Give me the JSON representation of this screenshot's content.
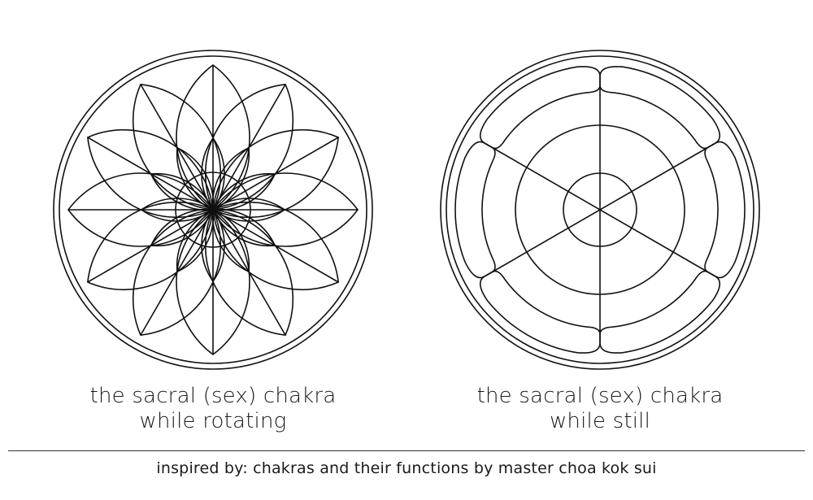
{
  "figures": {
    "rotating": {
      "caption_line1": "the sacral (sex) chakra",
      "caption_line2": "while rotating"
    },
    "still": {
      "caption_line1": "the sacral (sex) chakra",
      "caption_line2": "while still"
    }
  },
  "footer": {
    "credit": "inspired by: chakras and their functions by master choa kok sui"
  },
  "colors": {
    "stroke": "#111111",
    "background": "#ffffff"
  }
}
